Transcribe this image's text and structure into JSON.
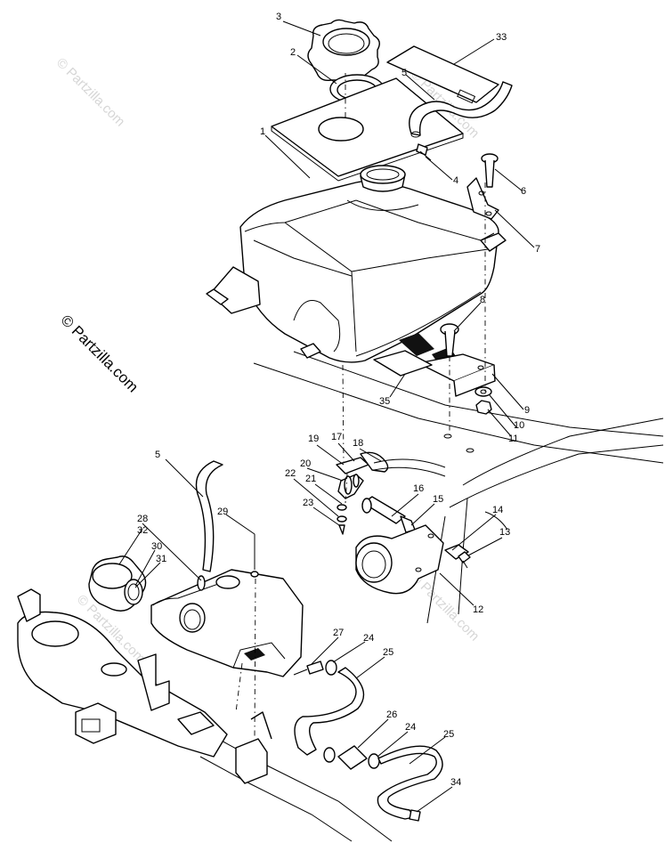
{
  "watermark": {
    "main": "© Partzilla.com",
    "faint": "© Partzilla.com"
  },
  "callouts": {
    "c1": "1",
    "c2": "2",
    "c3": "3",
    "c4": "4",
    "c5a": "5",
    "c5b": "5",
    "c6": "6",
    "c7": "7",
    "c8": "8",
    "c9": "9",
    "c10": "10",
    "c11": "11",
    "c12": "12",
    "c13": "13",
    "c14": "14",
    "c15": "15",
    "c16": "16",
    "c17": "17",
    "c18": "18",
    "c19": "19",
    "c20": "20",
    "c21": "21",
    "c22": "22",
    "c23": "23",
    "c24a": "24",
    "c24b": "24",
    "c25a": "25",
    "c25b": "25",
    "c26": "26",
    "c27": "27",
    "c28": "28",
    "c29": "29",
    "c30": "30",
    "c31": "31",
    "c32": "32",
    "c33": "33",
    "c34": "34",
    "c35": "35"
  }
}
